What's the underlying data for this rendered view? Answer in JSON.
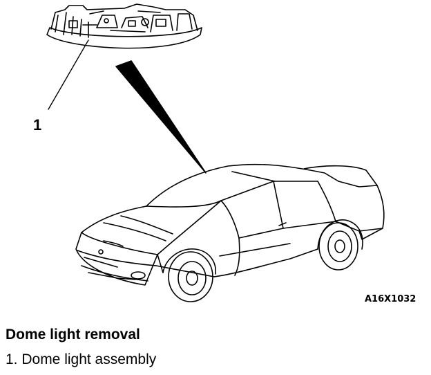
{
  "figure": {
    "callout_number": "1",
    "figure_code": "A16X1032",
    "subject": "dome-light-on-car-illustration"
  },
  "caption": {
    "title": "Dome light removal",
    "items": [
      "1. Dome light assembly"
    ]
  }
}
